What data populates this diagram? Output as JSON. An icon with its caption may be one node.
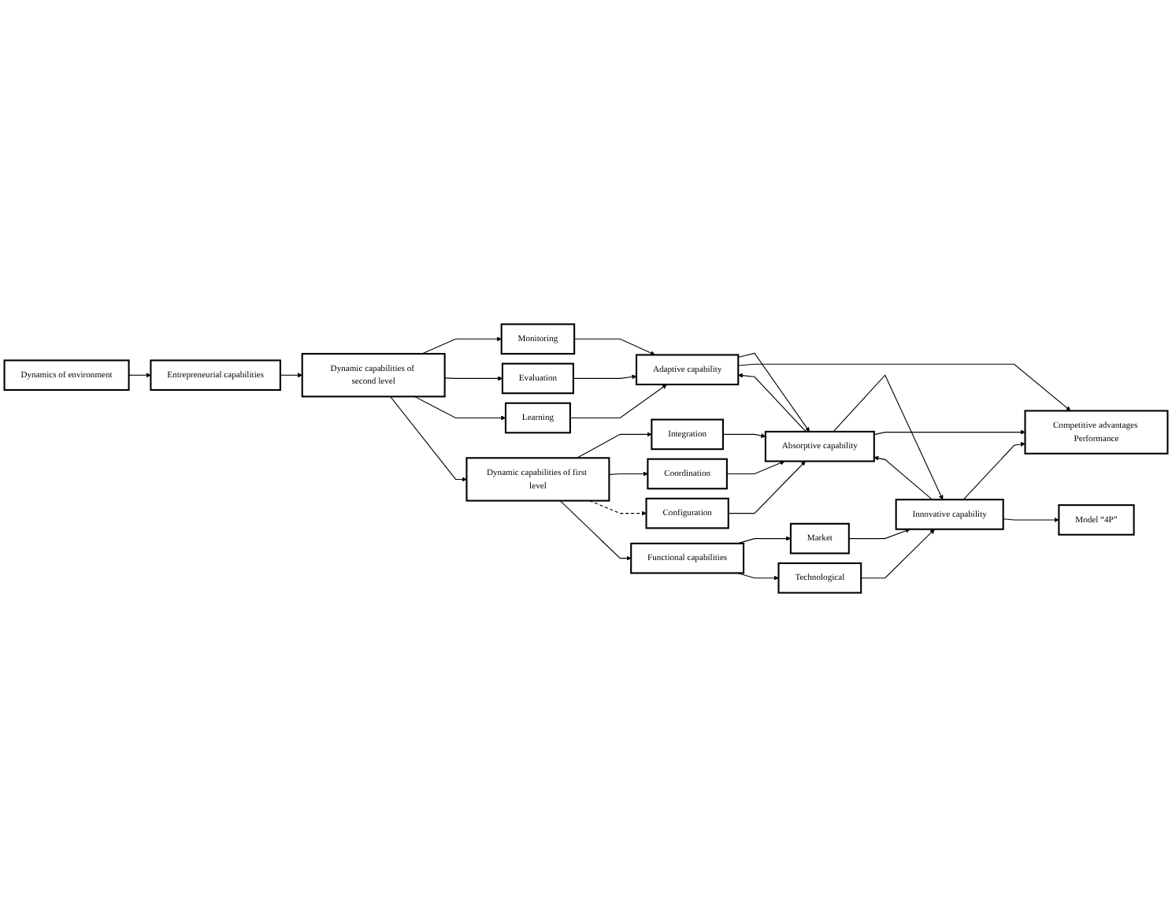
{
  "diagram": {
    "nodes": [
      {
        "text": [
          "Dynamics of environment"
        ]
      },
      {
        "text": [
          "Entrepreneurial capabilities"
        ]
      },
      {
        "text": [
          "Dynamic capabilities of second level"
        ]
      },
      {
        "text": [
          "Monitoring"
        ]
      },
      {
        "text": [
          "Evaluation"
        ]
      },
      {
        "text": [
          "Learning"
        ]
      },
      {
        "text": [
          "Adaptive capability"
        ]
      },
      {
        "text": [
          "Dynamic capabilities of first level"
        ]
      },
      {
        "text": [
          "Integration"
        ]
      },
      {
        "text": [
          "Coordination"
        ]
      },
      {
        "text": [
          "Configuration"
        ]
      },
      {
        "text": [
          "Absorptive capability"
        ]
      },
      {
        "text": [
          "Competitive advantages Performance"
        ]
      },
      {
        "text": [
          "Functional capabilities"
        ]
      },
      {
        "text": [
          "Market"
        ]
      },
      {
        "text": [
          "Technological"
        ]
      },
      {
        "text": [
          "Innovative capability"
        ]
      },
      {
        "text": [
          "Model “4P”"
        ]
      }
    ],
    "edges": [
      {
        "from": 0,
        "to": 1,
        "arrow": "to"
      },
      {
        "from": 1,
        "to": 2,
        "arrow": "to"
      },
      {
        "from": 2,
        "to": 3,
        "arrow": "to"
      },
      {
        "from": 2,
        "to": 4,
        "arrow": "to"
      },
      {
        "from": 2,
        "to": 5,
        "arrow": "to"
      },
      {
        "from": 3,
        "to": 6,
        "arrow": "to"
      },
      {
        "from": 4,
        "to": 6,
        "arrow": "to"
      },
      {
        "from": 5,
        "to": 6,
        "arrow": "to"
      },
      {
        "from": 2,
        "to": 7,
        "arrow": "to"
      },
      {
        "from": 7,
        "to": 8,
        "arrow": "to"
      },
      {
        "from": 7,
        "to": 9,
        "arrow": "to"
      },
      {
        "from": 7,
        "to": 10,
        "arrow": "to",
        "style": "dashed"
      },
      {
        "from": 8,
        "to": 11,
        "arrow": "to"
      },
      {
        "from": 9,
        "to": 11,
        "arrow": "to"
      },
      {
        "from": 10,
        "to": 11,
        "arrow": "to"
      },
      {
        "from": 7,
        "to": 13,
        "arrow": "to"
      },
      {
        "from": 13,
        "to": 14,
        "arrow": "to"
      },
      {
        "from": 13,
        "to": 15,
        "arrow": "to"
      },
      {
        "from": 14,
        "to": 16,
        "arrow": "to"
      },
      {
        "from": 15,
        "to": 16,
        "arrow": "to"
      },
      {
        "from": 6,
        "to": 11,
        "arrow": "to"
      },
      {
        "from": 11,
        "to": 6,
        "arrow": "to"
      },
      {
        "from": 11,
        "to": 16,
        "arrow": "to"
      },
      {
        "from": 16,
        "to": 11,
        "arrow": "to"
      },
      {
        "from": 6,
        "to": 12,
        "arrow": "to"
      },
      {
        "from": 11,
        "to": 12,
        "arrow": "to"
      },
      {
        "from": 16,
        "to": 12,
        "arrow": "to"
      },
      {
        "from": 16,
        "to": 17,
        "arrow": "to"
      }
    ]
  }
}
